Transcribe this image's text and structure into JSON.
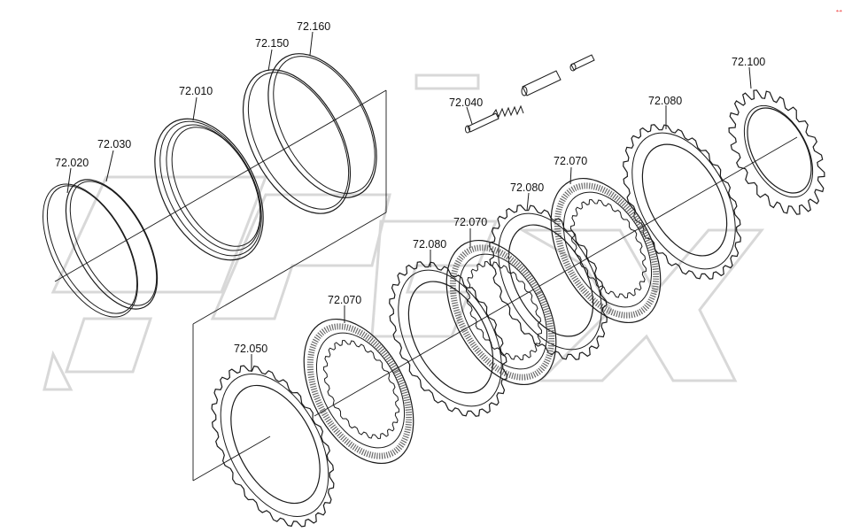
{
  "diagram": {
    "watermark_text": "OPEX",
    "parts": [
      {
        "id": "72.160"
      },
      {
        "id": "72.150"
      },
      {
        "id": "72.010"
      },
      {
        "id": "72.030"
      },
      {
        "id": "72.020"
      },
      {
        "id": "72.040"
      },
      {
        "id": "72.100"
      },
      {
        "id": "72.080"
      },
      {
        "id": "72.070"
      },
      {
        "id": "72.080"
      },
      {
        "id": "72.070"
      },
      {
        "id": "72.080"
      },
      {
        "id": "72.070"
      },
      {
        "id": "72.050"
      }
    ],
    "corner_mark": "↔"
  }
}
